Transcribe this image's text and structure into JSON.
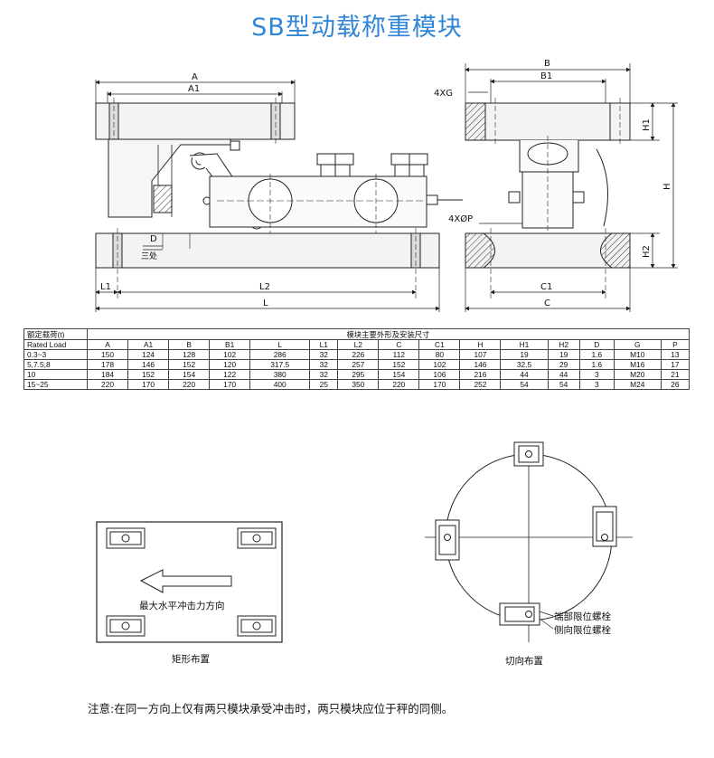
{
  "title": "SB型动载称重模块",
  "front_view": {
    "dim_A": "A",
    "dim_A1": "A1",
    "dim_D": "D",
    "weld_label": "三处",
    "dim_L1": "L1",
    "dim_L2": "L2",
    "dim_L": "L"
  },
  "side_view": {
    "dim_B": "B",
    "dim_B1": "B1",
    "hole_G": "4XG",
    "hole_P": "4XØP",
    "dim_H": "H",
    "dim_H1": "H1",
    "dim_H2": "H2",
    "dim_C1": "C1",
    "dim_C": "C"
  },
  "table": {
    "header_title": "模块主要外形及安装尺寸",
    "rated_load_cn": "额定载荷(t)",
    "rated_load_en": "Rated Load",
    "columns": [
      "A",
      "A1",
      "B",
      "B1",
      "L",
      "L1",
      "L2",
      "C",
      "C1",
      "H",
      "H1",
      "H2",
      "D",
      "G",
      "P"
    ],
    "rows": [
      {
        "load": "0.3~3",
        "values": [
          "150",
          "124",
          "128",
          "102",
          "286",
          "32",
          "226",
          "112",
          "80",
          "107",
          "19",
          "19",
          "1.6",
          "M10",
          "13"
        ]
      },
      {
        "load": "5,7.5,8",
        "values": [
          "178",
          "146",
          "152",
          "120",
          "317.5",
          "32",
          "257",
          "152",
          "102",
          "146",
          "32.5",
          "29",
          "1.6",
          "M16",
          "17"
        ]
      },
      {
        "load": "10",
        "values": [
          "184",
          "152",
          "154",
          "122",
          "380",
          "32",
          "295",
          "154",
          "106",
          "216",
          "44",
          "44",
          "3",
          "M20",
          "21"
        ]
      },
      {
        "load": "15~25",
        "values": [
          "220",
          "170",
          "220",
          "170",
          "400",
          "25",
          "350",
          "220",
          "170",
          "252",
          "54",
          "54",
          "3",
          "M24",
          "26"
        ]
      }
    ]
  },
  "layouts": {
    "rect_caption": "矩形布置",
    "rect_arrow_label": "最大水平冲击力方向",
    "tangent_caption": "切向布置",
    "end_bolt_label": "端部限位螺栓",
    "side_bolt_label": "侧向限位螺栓"
  },
  "note": "注意:在同一方向上仅有两只模块承受冲击时，两只模块应位于秤的同侧。"
}
